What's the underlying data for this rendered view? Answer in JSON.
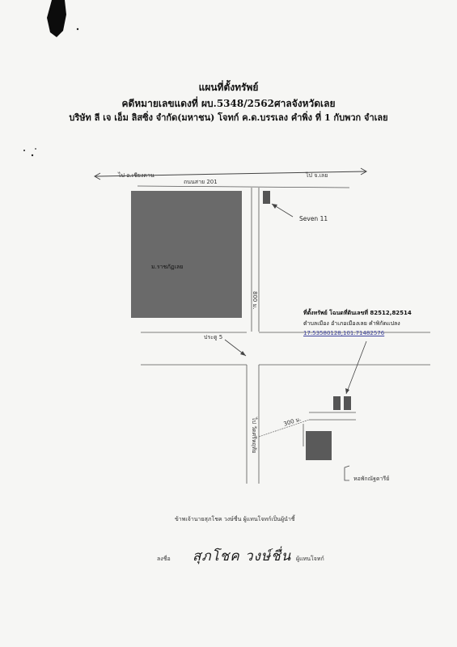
{
  "header": {
    "title": "แผนที่ตั้งทรัพย์",
    "case": "คดีหมายเลขแดงที่ ผบ.5348/2562ศาลจังหวัดเลย",
    "parties": "บริษัท ลี เจ เอ็ม ลิสซิ่ง จำกัด(มหาชน) โจทก์ ค.ด.บรรเลง คำพิ่ง ที่ 1 กับพวก จำเลย"
  },
  "map": {
    "to_chiang_khan": "ไป อ.เชียงคาน",
    "highway": "ถนนสาย 201",
    "to_loei": "ไป จ.เลย",
    "seven_eleven": "Seven 11",
    "university": "ม.ราชภัฏเลย",
    "distance_800": "800 ม.",
    "gate": "ประตู 5",
    "distance_300": "300 ม.",
    "road_label": "ไป วัดศรีหฤทัย",
    "dormitory": "หอพักณัฐดารีย์",
    "property_line1": "ที่ตั้งทรัพย์ โฉนดที่ดินเลขที่ 82512,82514",
    "property_line2": "ตำบลเมือง อำเภอเมืองเลย คำพิกัดแปลง",
    "coordinates": "17.53580128,101.71482576"
  },
  "footer": {
    "statement": "ข้าพเจ้านายสุภโชค วงษ์ชื่น ผู้แทนโจทก์เป็นผู้นำชี้",
    "sign_prefix": "ลงชื่อ",
    "signature": "สุภโชค วงษ์ชื่น",
    "sign_suffix": "ผู้แทนโจทก์"
  }
}
